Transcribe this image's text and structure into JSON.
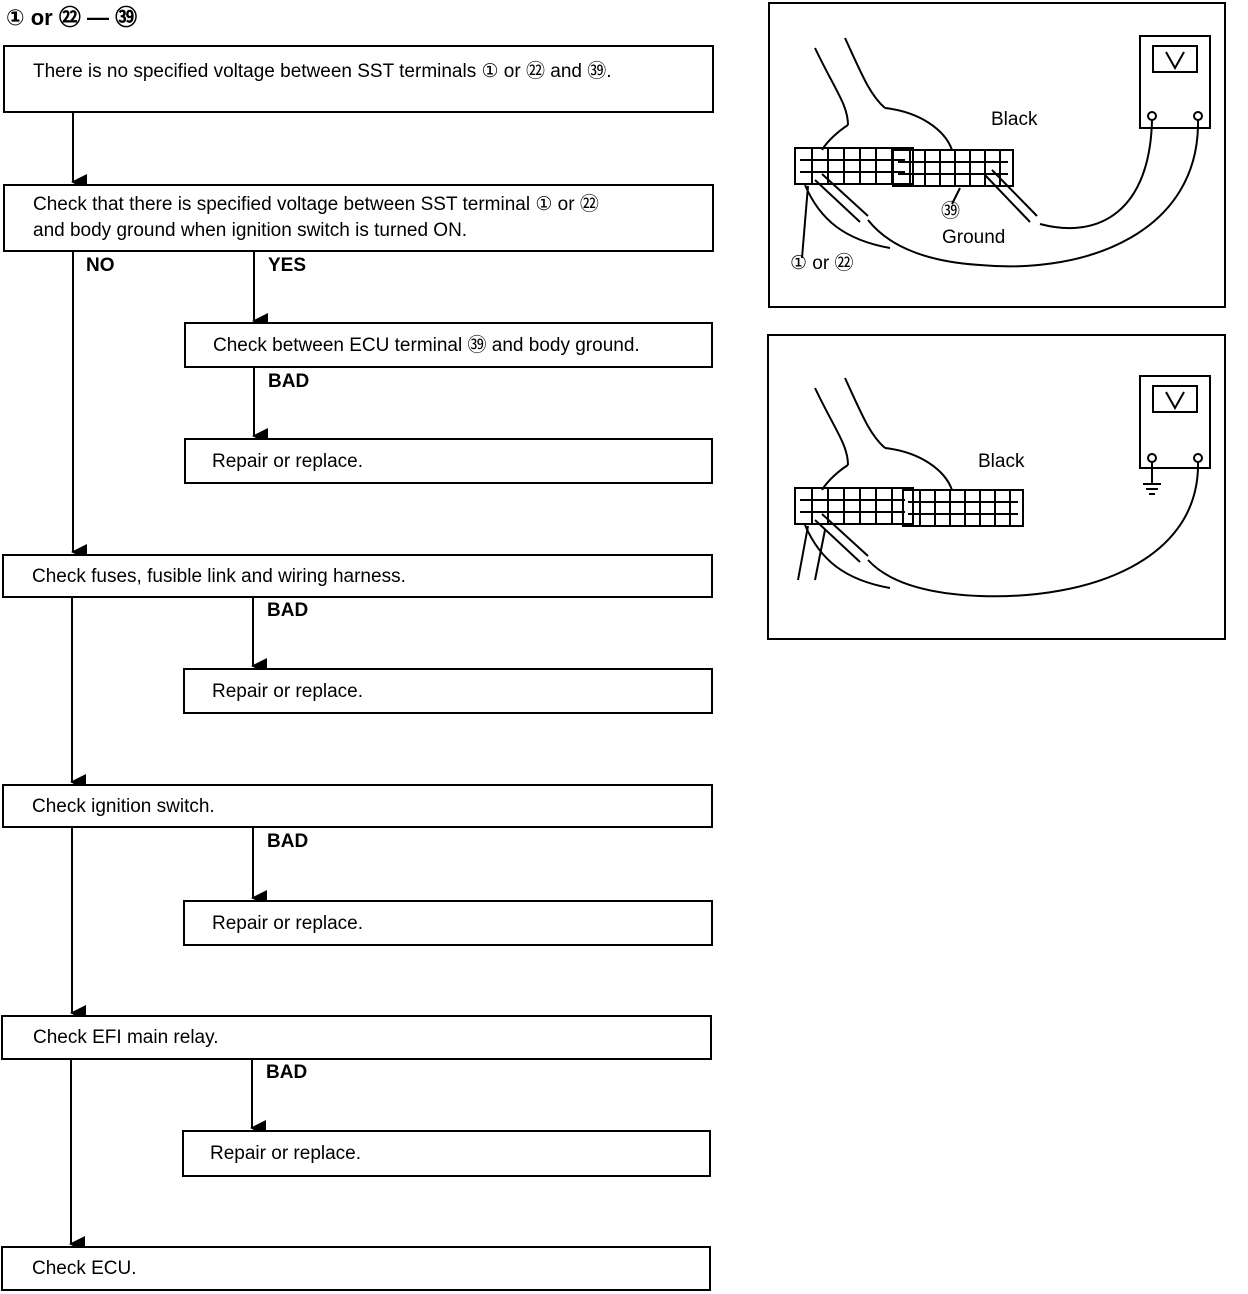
{
  "title": "① or ㉒ — ㊴",
  "flow": {
    "step1": "There is no specified voltage between SST terminals ① or ㉒ and ㊴.",
    "step2_line1": "Check that there is specified voltage between SST terminal ① or ㉒",
    "step2_line2": "and body ground when ignition switch is turned ON.",
    "no_label": "NO",
    "yes_label": "YES",
    "step3": "Check between ECU terminal ㊴ and body ground.",
    "bad1": "BAD",
    "repair1": "Repair or replace.",
    "step4": "Check fuses, fusible link and wiring harness.",
    "bad2": "BAD",
    "repair2": "Repair or replace.",
    "step5": "Check ignition switch.",
    "bad3": "BAD",
    "repair3": "Repair or replace.",
    "step6": "Check EFI main relay.",
    "bad4": "BAD",
    "repair4": "Repair or replace.",
    "step7": "Check ECU."
  },
  "illustration_top": {
    "black_label": "Black",
    "terminal_39": "㊴",
    "ground_label": "Ground",
    "terminal_1_or_22": "① or ㉒"
  },
  "illustration_bottom": {
    "black_label": "Black"
  },
  "colors": {
    "line": "#000000",
    "background": "#ffffff"
  }
}
